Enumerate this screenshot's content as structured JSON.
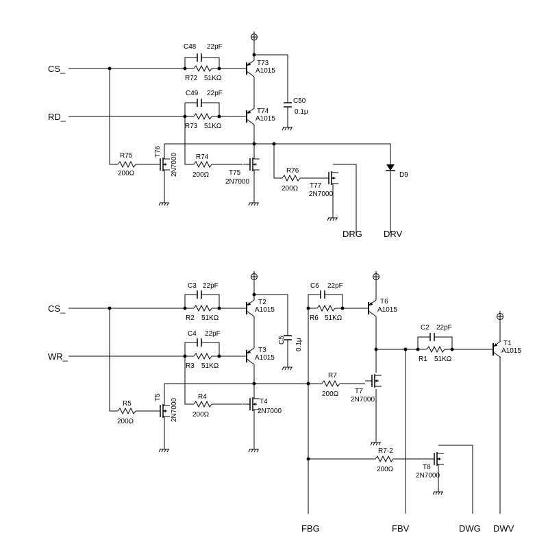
{
  "inputs": {
    "cs1": "CS_",
    "rd": "RD_",
    "cs2": "CS_",
    "wr": "WR_"
  },
  "outputs": {
    "drg": "DRG",
    "drv": "DRV",
    "fbg": "FBG",
    "fbv": "FBV",
    "dwg": "DWG",
    "dwv": "DWV"
  },
  "transistors": {
    "t73": {
      "ref": "T73",
      "part": "A1015"
    },
    "t74": {
      "ref": "T74",
      "part": "A1015"
    },
    "t75": {
      "ref": "T75",
      "part": "2N7000"
    },
    "t76": {
      "ref": "T76",
      "part": "2N7000"
    },
    "t77": {
      "ref": "T77",
      "part": "2N7000"
    },
    "t1": {
      "ref": "T1",
      "part": "A1015"
    },
    "t2": {
      "ref": "T2",
      "part": "A1015"
    },
    "t3": {
      "ref": "T3",
      "part": "A1015"
    },
    "t4": {
      "ref": "T4",
      "part": "2N7000"
    },
    "t5": {
      "ref": "T5",
      "part": "2N7000"
    },
    "t6": {
      "ref": "T6",
      "part": "A1015"
    },
    "t7": {
      "ref": "T7",
      "part": "2N7000"
    },
    "t8": {
      "ref": "T8",
      "part": "2N7000"
    }
  },
  "resistors": {
    "r72": {
      "ref": "R72",
      "value": "51KΩ"
    },
    "r73": {
      "ref": "R73",
      "value": "51KΩ"
    },
    "r74": {
      "ref": "R74",
      "value": "200Ω"
    },
    "r75": {
      "ref": "R75",
      "value": "200Ω"
    },
    "r76": {
      "ref": "R76",
      "value": "200Ω"
    },
    "r1": {
      "ref": "R1",
      "value": "51KΩ"
    },
    "r2": {
      "ref": "R2",
      "value": "51KΩ"
    },
    "r3": {
      "ref": "R3",
      "value": "51KΩ"
    },
    "r4": {
      "ref": "R4",
      "value": "200Ω"
    },
    "r5": {
      "ref": "R5",
      "value": "200Ω"
    },
    "r6": {
      "ref": "R6",
      "value": "51KΩ"
    },
    "r7": {
      "ref": "R7",
      "value": "200Ω"
    },
    "r72b": {
      "ref": "R7-2",
      "value": "200Ω"
    }
  },
  "capacitors": {
    "c48": {
      "ref": "C48",
      "value": "22pF"
    },
    "c49": {
      "ref": "C49",
      "value": "22pF"
    },
    "c50": {
      "ref": "C50",
      "value": "0.1μ"
    },
    "c2": {
      "ref": "C2",
      "value": "22pF"
    },
    "c3": {
      "ref": "C3",
      "value": "22pF"
    },
    "c4": {
      "ref": "C4",
      "value": "22pF"
    },
    "c5": {
      "ref": "C5",
      "value": "0.1μ"
    },
    "c6": {
      "ref": "C6",
      "value": "22pF"
    }
  },
  "diodes": {
    "d9": {
      "ref": "D9"
    }
  }
}
